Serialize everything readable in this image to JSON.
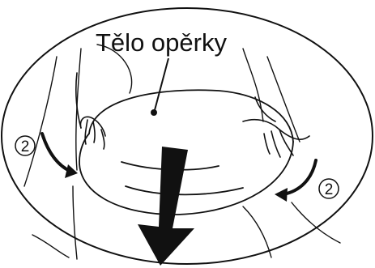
{
  "diagram": {
    "callout_label": "Tělo opěrky",
    "step_markers": [
      {
        "number": "2"
      },
      {
        "number": "2"
      }
    ],
    "colors": {
      "line": "#111111",
      "background": "#ffffff"
    },
    "icons": {
      "main_arrow": "down-arrow-icon",
      "rotation_arrows": "curved-arrow-icon"
    }
  }
}
